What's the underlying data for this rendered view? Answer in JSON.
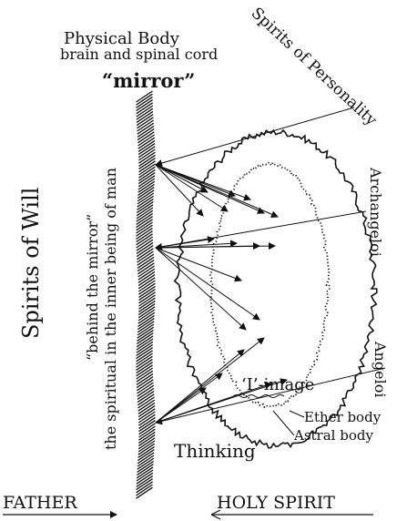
{
  "labels": {
    "physical_body": "Physical Body",
    "brain_spinal": "brain and spinal cord",
    "mirror": "“mirror”",
    "spirits_personality": "Spirits of Personality",
    "archangeloi": "Archangeloi",
    "angeloi": "Angeloi",
    "i_image": "‘I’-image",
    "ether_body": "Ether body",
    "astral_body": "Astral body",
    "thinking": "Thinking",
    "spirits_of_will": "Spirits of Will",
    "behind_mirror": "“behind the mirror”",
    "spiritual_inner": "the spiritual in the inner being of man",
    "father": "FATHER",
    "holy_spirit": "HOLY SPIRIT"
  },
  "colors": {
    "ink": "#111111",
    "background": "#ffffff"
  }
}
